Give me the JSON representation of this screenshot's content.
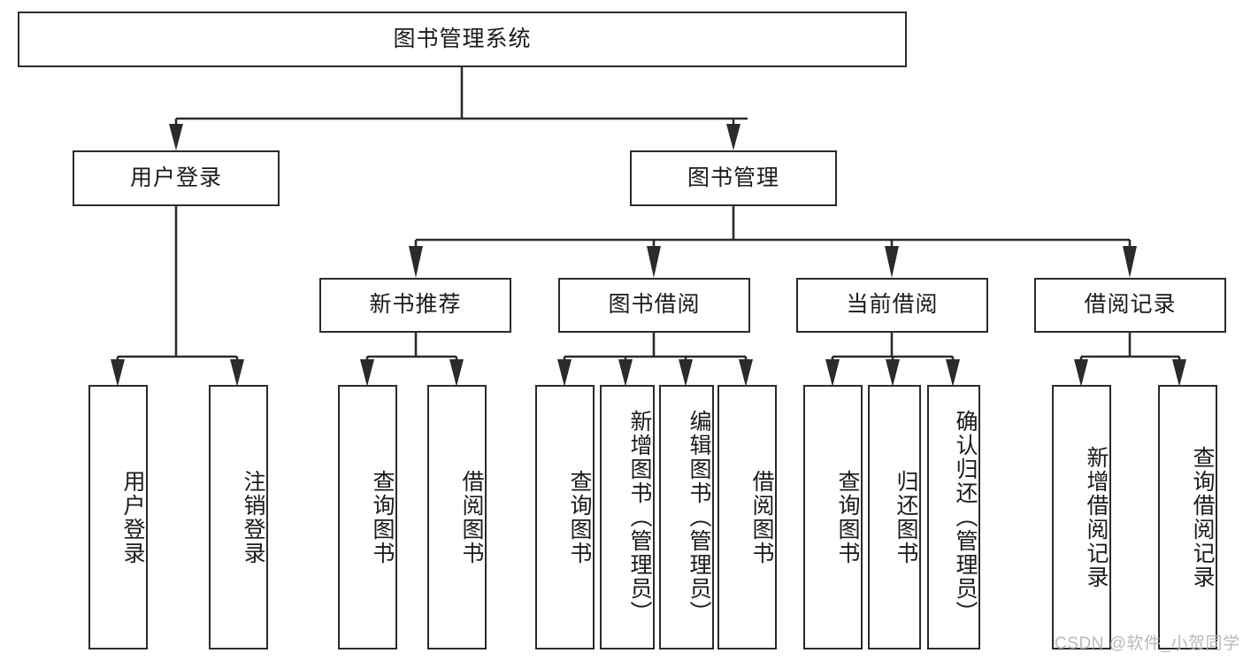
{
  "diagram": {
    "type": "tree-hierarchy-flowchart",
    "title_node": {
      "id": "root",
      "label": "图书管理系统"
    },
    "level2": [
      {
        "id": "user-login",
        "label": "用户登录"
      },
      {
        "id": "book-manage",
        "label": "图书管理"
      }
    ],
    "level3": [
      {
        "id": "new-book-rec",
        "label": "新书推荐"
      },
      {
        "id": "book-borrow",
        "label": "图书借阅"
      },
      {
        "id": "current-borrow",
        "label": "当前借阅"
      },
      {
        "id": "borrow-record",
        "label": "借阅记录"
      }
    ],
    "leaves": {
      "user_login": [
        {
          "id": "leaf-user-login",
          "label": "用户登录"
        },
        {
          "id": "leaf-logout",
          "label": "注销登录"
        }
      ],
      "new_book_rec": [
        {
          "id": "leaf-query-book-1",
          "label": "查询图书"
        },
        {
          "id": "leaf-borrow-book-1",
          "label": "借阅图书"
        }
      ],
      "book_borrow": [
        {
          "id": "leaf-query-book-2",
          "label": "查询图书"
        },
        {
          "id": "leaf-add-book",
          "label": "新增图书（管理员）"
        },
        {
          "id": "leaf-edit-book",
          "label": "编辑图书（管理员）"
        },
        {
          "id": "leaf-borrow-book-2",
          "label": "借阅图书"
        }
      ],
      "current_borrow": [
        {
          "id": "leaf-query-book-3",
          "label": "查询图书"
        },
        {
          "id": "leaf-return-book",
          "label": "归还图书"
        },
        {
          "id": "leaf-confirm-return",
          "label": "确认归还（管理员）"
        }
      ],
      "borrow_record": [
        {
          "id": "leaf-add-record",
          "label": "新增借阅记录"
        },
        {
          "id": "leaf-query-record",
          "label": "查询借阅记录"
        }
      ]
    },
    "watermark": "CSDN @软件_小贺同学",
    "colors": {
      "stroke": "#2b2b2b",
      "fill": "#ffffff",
      "text": "#1a1a1a",
      "watermark": "#b9b9b9",
      "background": "#ffffff"
    }
  }
}
